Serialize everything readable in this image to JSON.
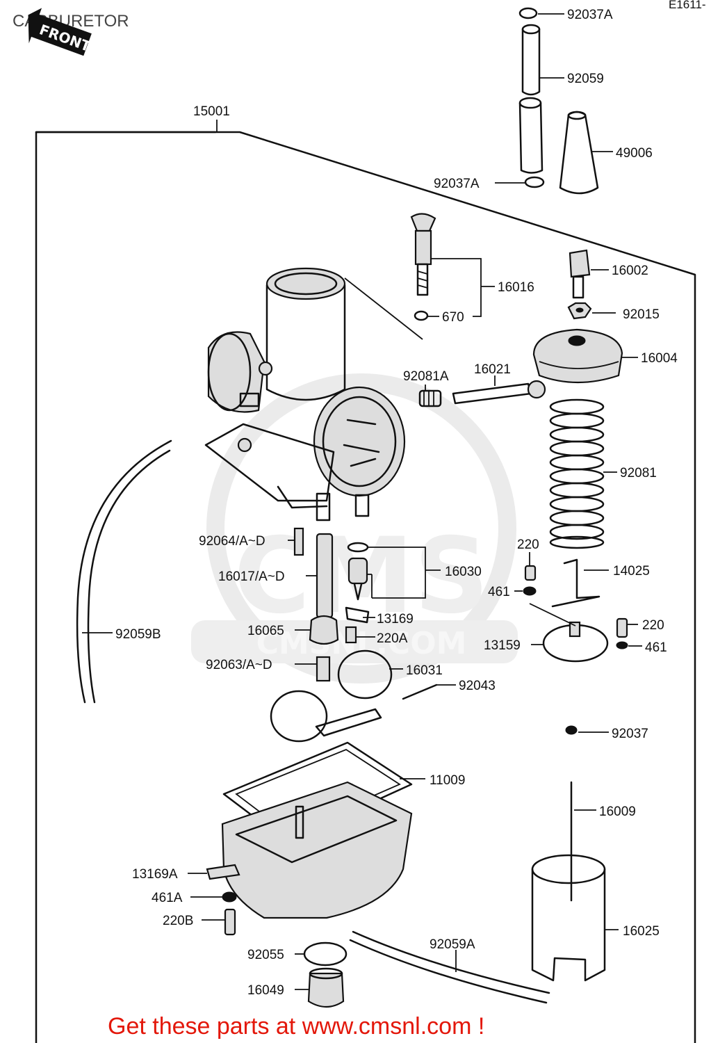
{
  "title": "CARBURETOR",
  "corner_code": "E1611-",
  "front_badge": "FRONT",
  "watermark": {
    "text": "CMS",
    "site": "CMSNL.COM"
  },
  "promo_text": "Get these parts at www.cmsnl.com !",
  "colors": {
    "promo": "#e3170a",
    "ink": "#111111",
    "title": "#444444"
  },
  "parts": [
    "92037A",
    "92059",
    "49006",
    "92037A",
    "15001",
    "16016",
    "670",
    "16002",
    "92015",
    "16004",
    "92081A",
    "16021",
    "92081",
    "220",
    "14025",
    "92064/A~D",
    "16030",
    "16017/A~D",
    "461",
    "13169",
    "92059B",
    "16065",
    "220A",
    "220",
    "13159",
    "461",
    "92063/A~D",
    "16031",
    "92043",
    "92037",
    "11009",
    "16009",
    "13169A",
    "461A",
    "220B",
    "16025",
    "92059A",
    "92055",
    "16049"
  ]
}
